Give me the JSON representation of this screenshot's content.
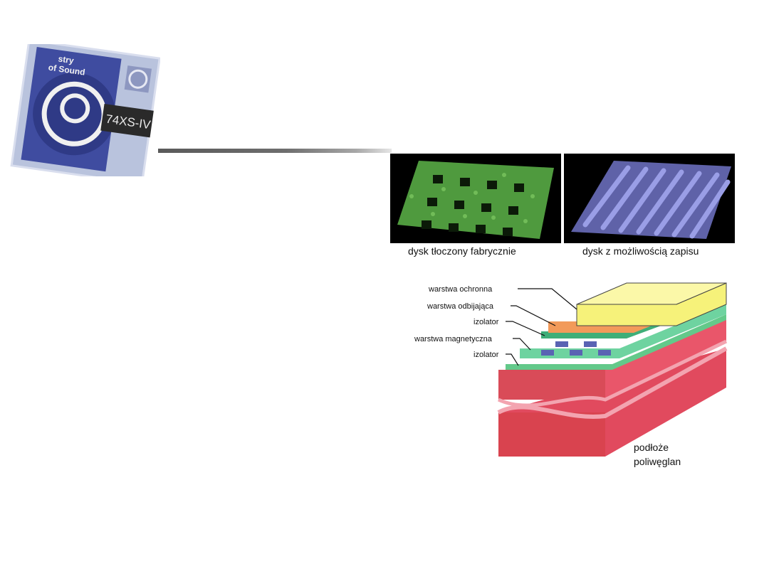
{
  "photo": {
    "label_top": "stry",
    "label_mid": "of Sound",
    "label_model": "74XS-IV"
  },
  "surfaces": {
    "pressed_caption": "dysk tłoczony fabrycznie",
    "recordable_caption": "dysk z możliwością zapisu"
  },
  "layers": {
    "protective": "warstwa ochronna",
    "reflective": "warstwa odbijająca",
    "insulator_top": "izolator",
    "magnetic": "warstwa magnetyczna",
    "insulator_bottom": "izolator",
    "substrate_line1": "podłoże",
    "substrate_line2": "poliwęglan"
  },
  "colors": {
    "protective": "#f6f27a",
    "reflective": "#f29a5a",
    "magnetic": "#63c98a",
    "substrate": "#e9566a",
    "pressed_surface": "#5fae4a",
    "recordable_surface": "#7b7fc9"
  }
}
